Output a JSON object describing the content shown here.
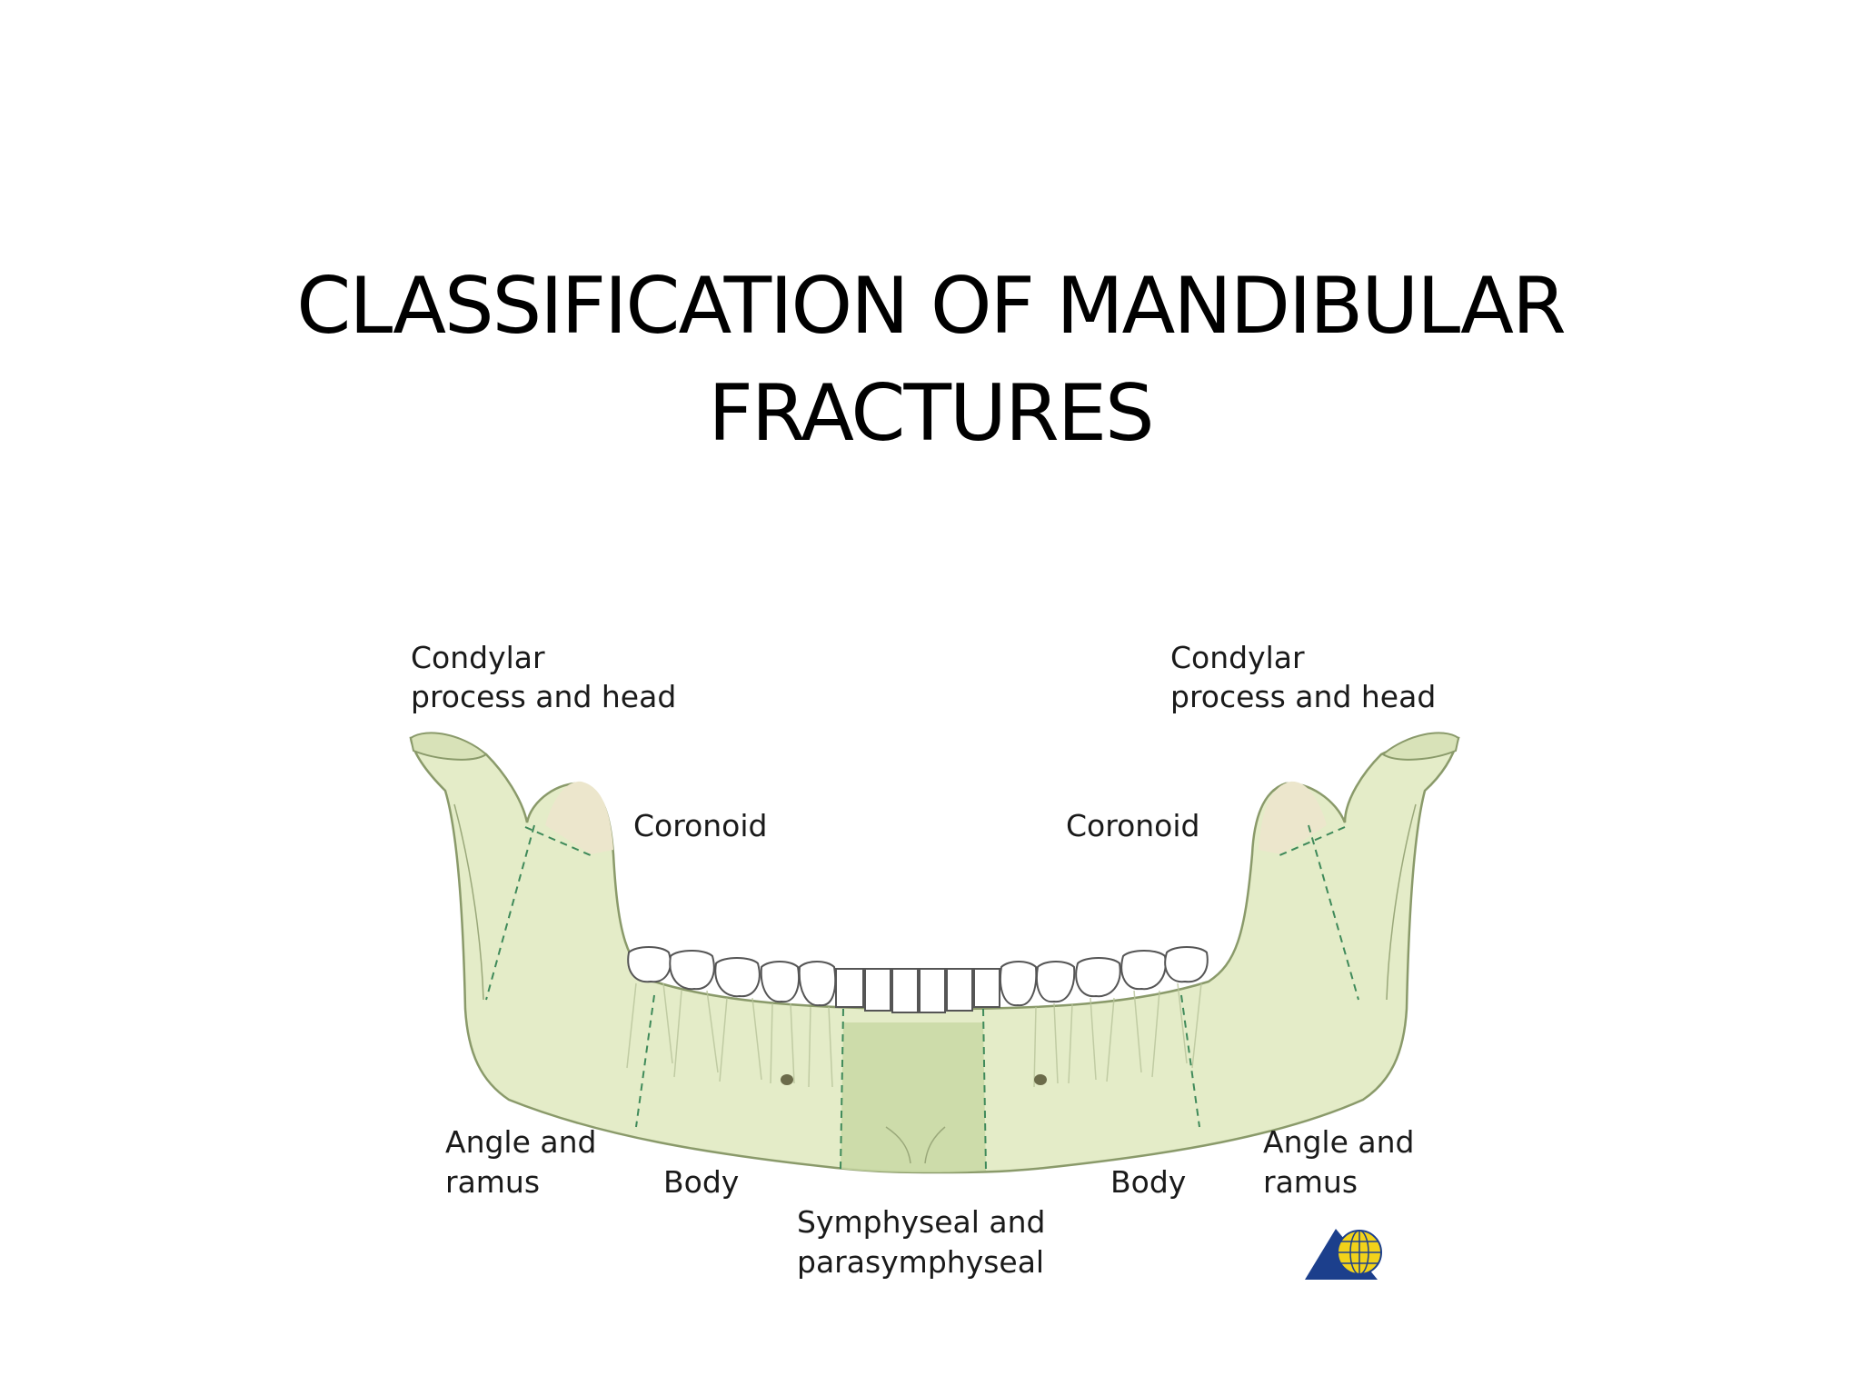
{
  "slide": {
    "title_line1": "CLASSIFICATION OF MANDIBULAR",
    "title_line2": "FRACTURES"
  },
  "diagram": {
    "labels": {
      "condylar_left_1": "Condylar",
      "condylar_left_2": "process and head",
      "condylar_right_1": "Condylar",
      "condylar_right_2": "process and head",
      "coronoid_left": "Coronoid",
      "coronoid_right": "Coronoid",
      "angle_left_1": "Angle and",
      "angle_left_2": "ramus",
      "angle_right_1": "Angle and",
      "angle_right_2": "ramus",
      "body_left": "Body",
      "body_right": "Body",
      "symphyseal_1": "Symphyseal and",
      "symphyseal_2": "parasymphyseal"
    },
    "colors": {
      "bone": "#e4ecc8",
      "bone_outline": "#8a9a6a",
      "symphysis_region": "#c9d9a4",
      "coronoid_region": "#ece6cc",
      "teeth": "#ffffff",
      "fracture_lines": "#3f8a5a",
      "logo_blue": "#1c3f8c",
      "logo_yellow": "#f2d21a"
    }
  }
}
